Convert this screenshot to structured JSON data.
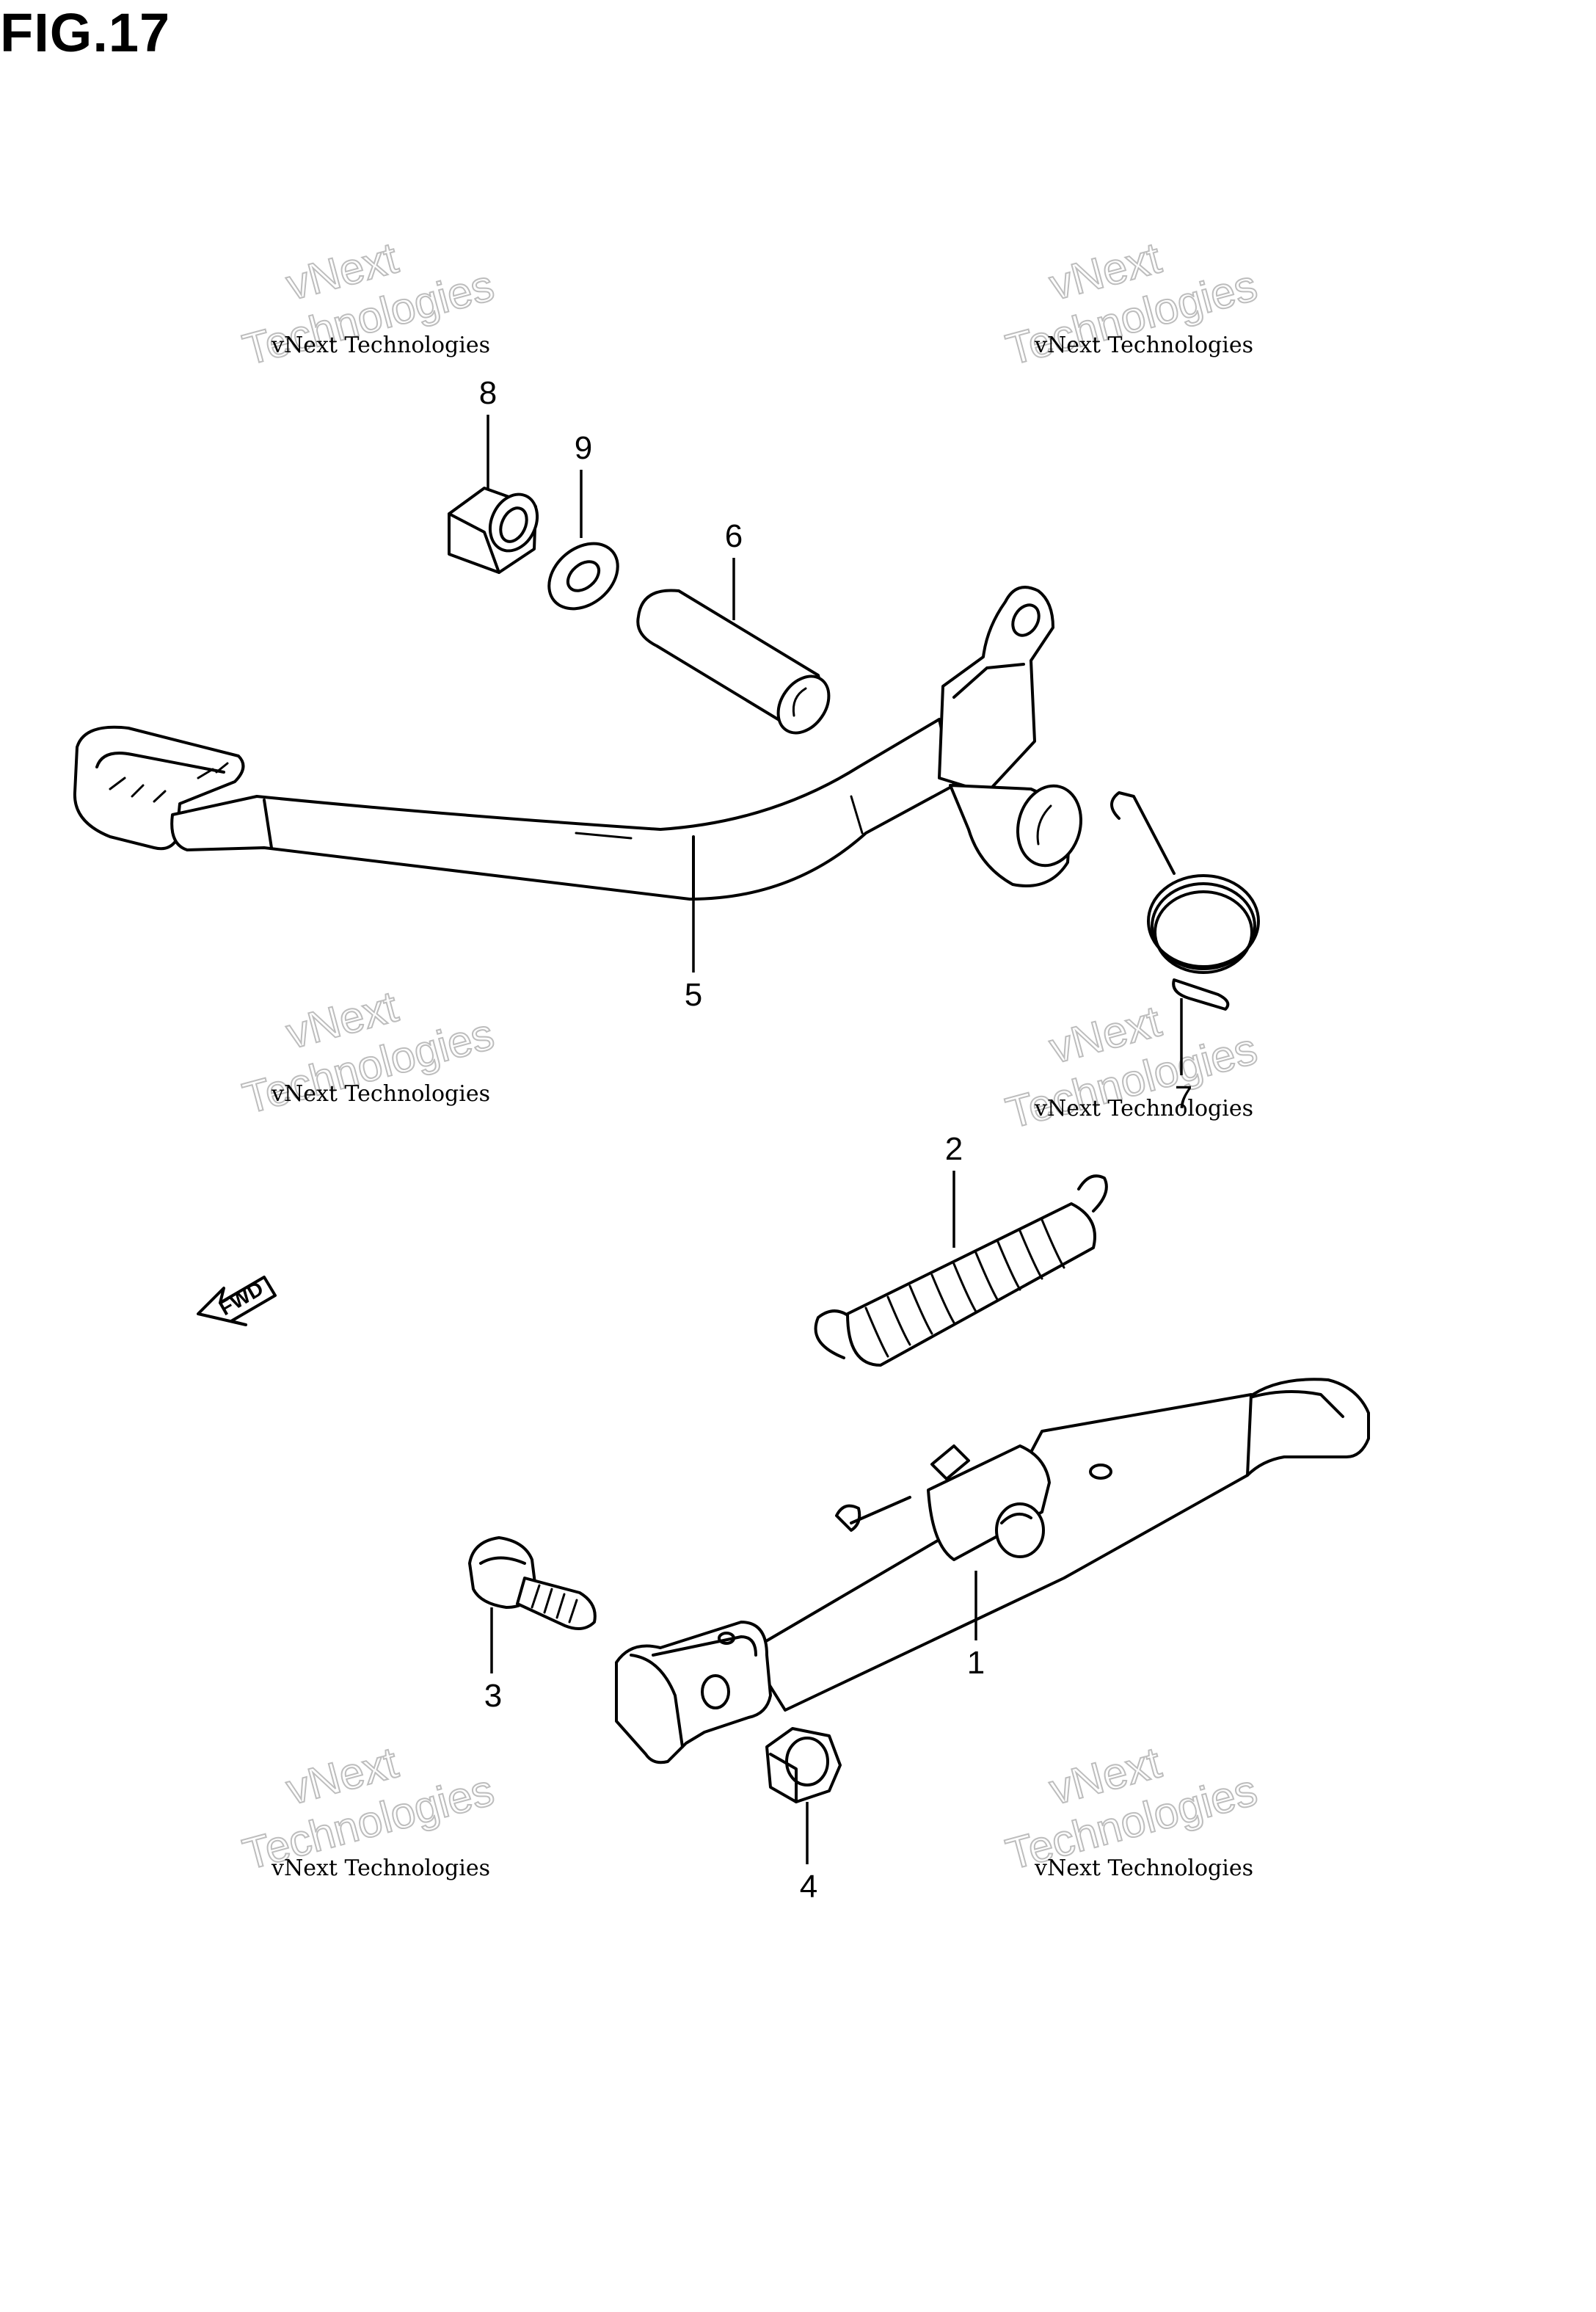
{
  "figure": {
    "title": "FIG.17"
  },
  "callouts": [
    {
      "id": "1",
      "label": "1"
    },
    {
      "id": "2",
      "label": "2"
    },
    {
      "id": "3",
      "label": "3"
    },
    {
      "id": "4",
      "label": "4"
    },
    {
      "id": "5",
      "label": "5"
    },
    {
      "id": "6",
      "label": "6"
    },
    {
      "id": "7",
      "label": "7"
    },
    {
      "id": "8",
      "label": "8"
    },
    {
      "id": "9",
      "label": "9"
    }
  ],
  "fwd_arrow": {
    "label": "FWD"
  },
  "watermark": {
    "line1": "vNext Technologies",
    "line2a": "vNext",
    "line2b": "Technologies"
  }
}
